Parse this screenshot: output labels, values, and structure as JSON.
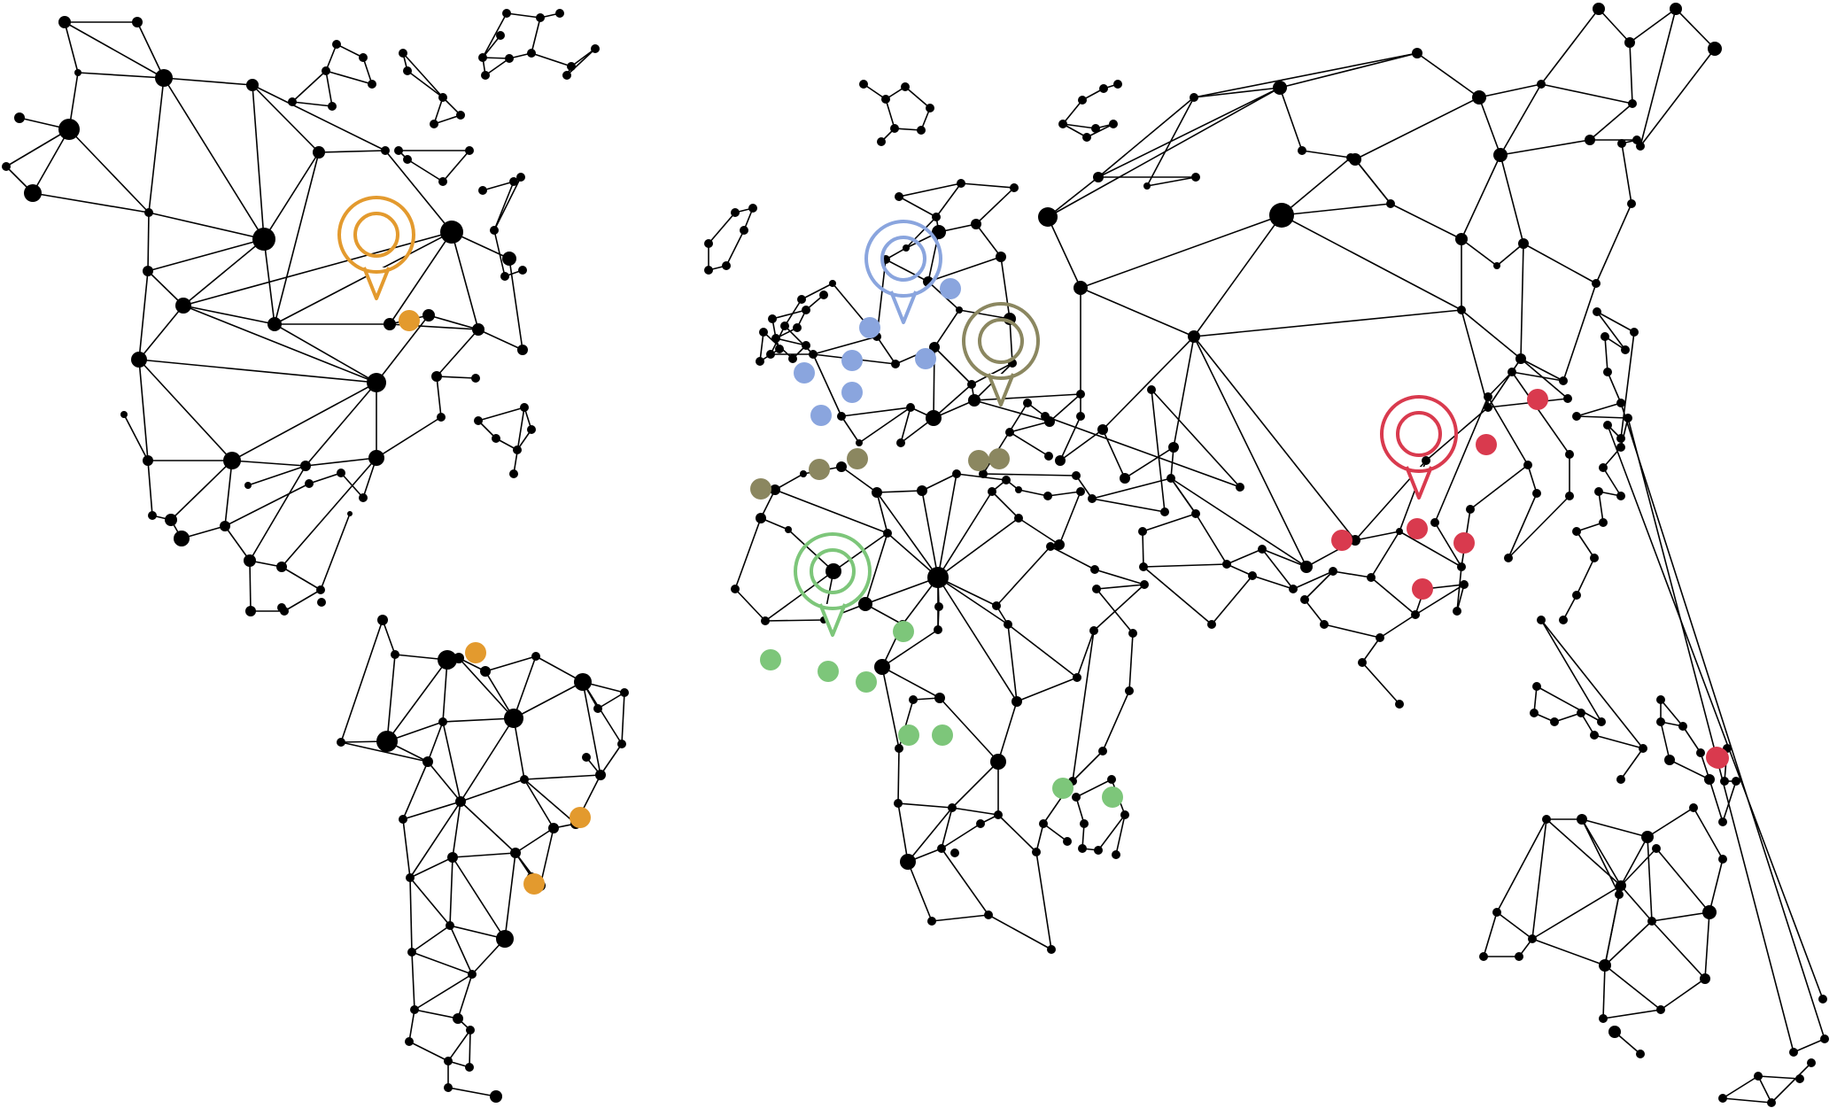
{
  "map": {
    "style": "low-poly wireframe world map",
    "background_color": "#ffffff",
    "line_color": "#000000",
    "regions": [
      {
        "name": "north-america",
        "color": "#e39a2e",
        "pin_count": 1,
        "dot_count": 1
      },
      {
        "name": "south-america",
        "color": "#e39a2e",
        "pin_count": 0,
        "dot_count": 3
      },
      {
        "name": "europe",
        "color": "#8aa5de",
        "pin_count": 1,
        "dot_count": 7
      },
      {
        "name": "middle-east",
        "color": "#8b8760",
        "pin_count": 1,
        "dot_count": 5
      },
      {
        "name": "africa",
        "color": "#7dc67a",
        "pin_count": 1,
        "dot_count": 8
      },
      {
        "name": "asia",
        "color": "#d93a4e",
        "pin_count": 1,
        "dot_count": 8
      }
    ]
  }
}
